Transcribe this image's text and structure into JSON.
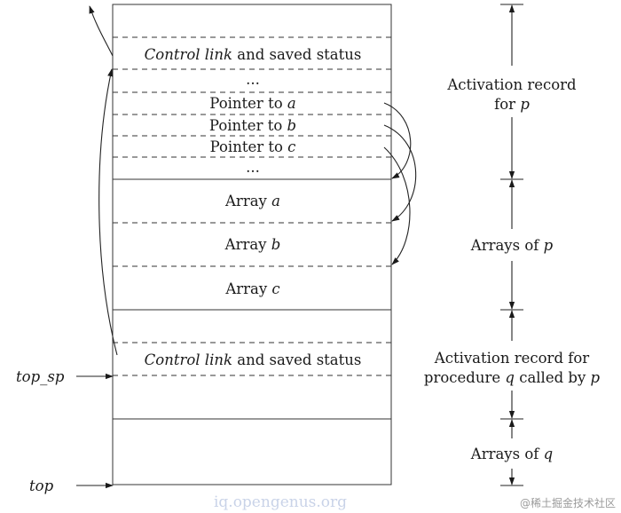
{
  "stack": {
    "p_control_link_italic": "Control link",
    "p_control_link_rest": " and saved status",
    "ellipsis_top": "...",
    "pointer_a_prefix": "Pointer to ",
    "pointer_a_var": "a",
    "pointer_b_prefix": "Pointer to ",
    "pointer_b_var": "b",
    "pointer_c_prefix": "Pointer to ",
    "pointer_c_var": "c",
    "ellipsis_bottom": "...",
    "array_a_prefix": "Array ",
    "array_a_var": "a",
    "array_b_prefix": "Array ",
    "array_b_var": "b",
    "array_c_prefix": "Array ",
    "array_c_var": "c",
    "q_control_link_italic": "Control link",
    "q_control_link_rest": " and saved status"
  },
  "pointers": {
    "top_sp": "top_sp",
    "top": "top"
  },
  "braces": {
    "activation_p_line1": "Activation record",
    "activation_p_line2_prefix": "for ",
    "activation_p_line2_var": "p",
    "arrays_p_prefix": "Arrays of ",
    "arrays_p_var": "p",
    "activation_q_line1": "Activation record for",
    "activation_q_line2_prefix": "procedure ",
    "activation_q_line2_var": "q",
    "activation_q_line2_mid": " called by ",
    "activation_q_line2_var2": "p",
    "arrays_q_prefix": "Arrays of ",
    "arrays_q_var": "q"
  },
  "watermarks": {
    "site": "iq.opengenus.org",
    "community": "@稀土掘金技术社区"
  }
}
